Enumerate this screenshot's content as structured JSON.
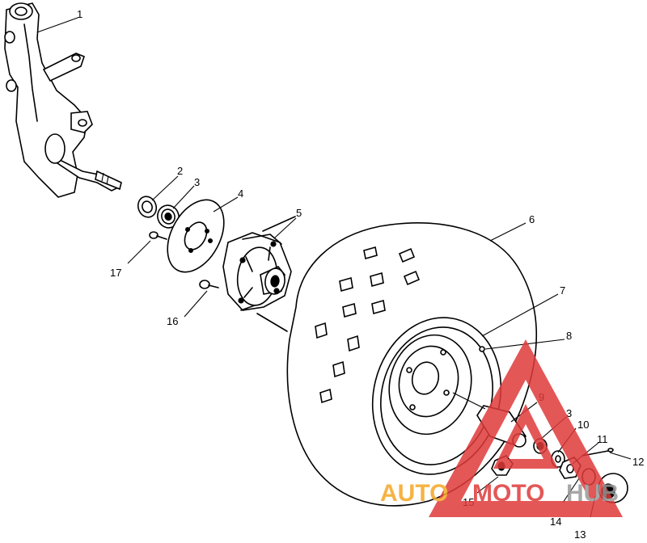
{
  "diagram": {
    "callouts": [
      {
        "label": "1"
      },
      {
        "label": "2"
      },
      {
        "label": "3"
      },
      {
        "label": "4"
      },
      {
        "label": "5"
      },
      {
        "label": "6"
      },
      {
        "label": "7"
      },
      {
        "label": "8"
      },
      {
        "label": "9"
      },
      {
        "label": "3"
      },
      {
        "label": "10"
      },
      {
        "label": "11"
      },
      {
        "label": "12"
      },
      {
        "label": "13"
      },
      {
        "label": "14"
      },
      {
        "label": "15"
      },
      {
        "label": "16"
      },
      {
        "label": "17"
      }
    ]
  },
  "watermark": {
    "part1": "AUTO",
    "part2": "MOTO",
    "part3": "HUB",
    "color_orange": "#f5a623",
    "color_red": "#e03a3a",
    "color_gray": "#9a9a9a"
  }
}
